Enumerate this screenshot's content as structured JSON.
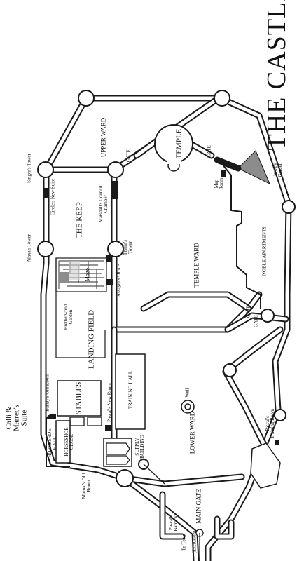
{
  "title": "THE CASTLE",
  "labels": {
    "upper_ward": "UPPER WARD",
    "temple": "TEMPLE",
    "gate_upper_left": "GATE",
    "gate_upper_right": "GATE",
    "irrogs_garden": "Irrog's Garden",
    "map_room": "Map Room",
    "singers_tower": "Singer's Tower",
    "circles_new_suite": "Circle's New Suite",
    "marshalls_council_chamber": "Marshall's Council Chamber",
    "the_keep": "THE KEEP",
    "thalias_tower": "Thalia's Tower",
    "alaxas_tower": "Alaxa's Tower",
    "temple_ward": "TEMPLE WARD",
    "noble_apartments": "NOBLE APARTMENTS",
    "maze": "Maze",
    "assayers_office": "Assayer's Office",
    "bretherwood_garden": "Bretherwood Garden",
    "gate_middle_1": "GATE",
    "gate_middle_2": "GATE",
    "landing_field": "LANDING FIELD",
    "training_hall": "TRAINING HALL",
    "pascals_new_room": "Pascal's New Room",
    "barleys_old_room": "Barley's Old Room",
    "stables": "STABLES",
    "calli_marrec_suite": "Calli & Marrec's Suite",
    "horseshoe_hall": "HORSESHOE HALL",
    "horseshoe_close": "HORSESHOE CLOSE",
    "well": "Well",
    "lower_ward": "LOWER WARD",
    "supply_building": "SUPPLY BUILDING",
    "pascals_training_room": "Pascal's Training Room",
    "marrecs_old_room": "Marrec's Old Room",
    "main_gate": "MAIN GATE",
    "pascals_barracks": "Pascal's Barracks",
    "to_town": "To Town",
    "exclusion": "(Exclusion)"
  }
}
